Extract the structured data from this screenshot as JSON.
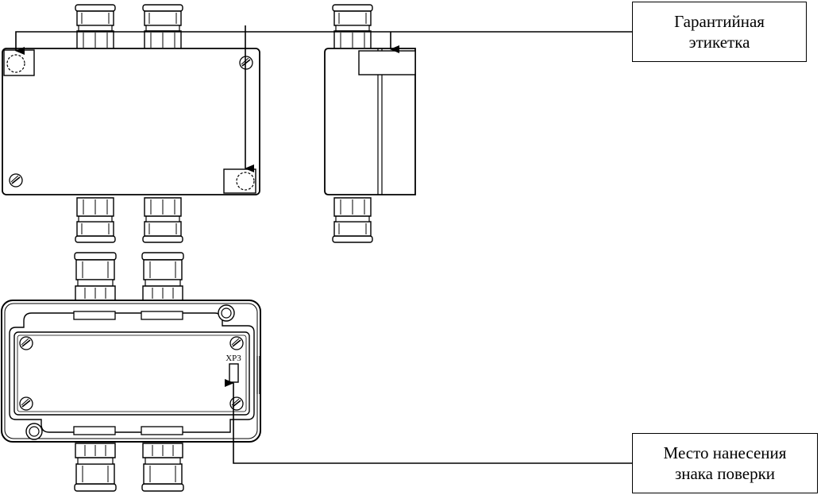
{
  "labels": {
    "warranty_label": {
      "line1": "Гарантийная",
      "line2": "этикетка"
    },
    "verification_mark_place": {
      "line1": "Место нанесения",
      "line2": "знака поверки"
    },
    "connector_xp3": "XP3"
  },
  "colors": {
    "line": "#000000",
    "background": "#ffffff"
  }
}
